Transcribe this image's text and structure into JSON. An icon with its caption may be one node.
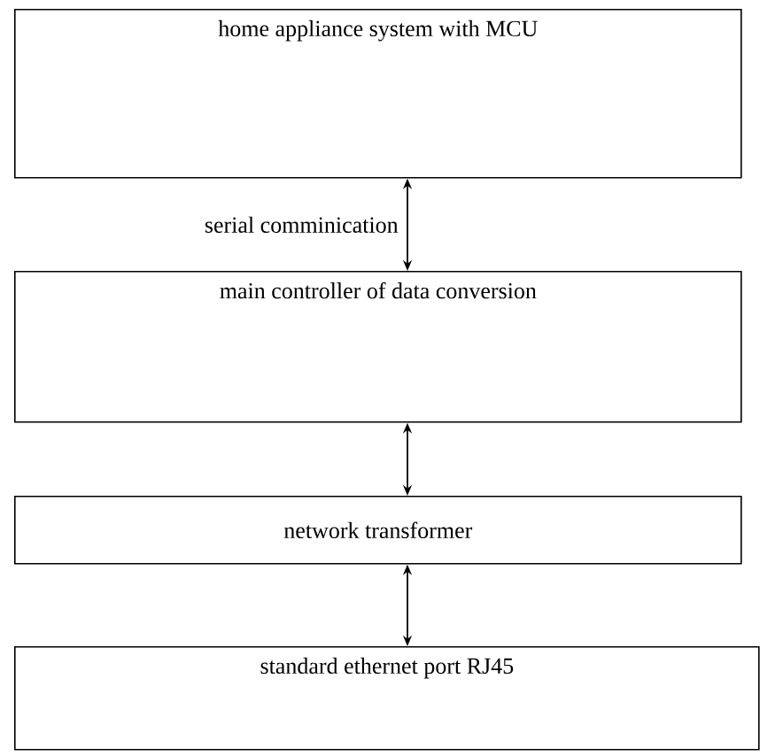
{
  "diagram": {
    "nodes": [
      {
        "text": [
          "home appliance system with MCU"
        ]
      },
      {
        "text": [
          "main controller of data conversion"
        ]
      },
      {
        "text": [
          "network transformer"
        ]
      },
      {
        "text": [
          "standard ethernet port RJ45"
        ]
      }
    ],
    "edges": [
      {
        "from": 0,
        "to": 1,
        "arrow": "both",
        "label": "serial comminication"
      },
      {
        "from": 1,
        "to": 2,
        "arrow": "both"
      },
      {
        "from": 2,
        "to": 3,
        "arrow": "both"
      }
    ]
  }
}
